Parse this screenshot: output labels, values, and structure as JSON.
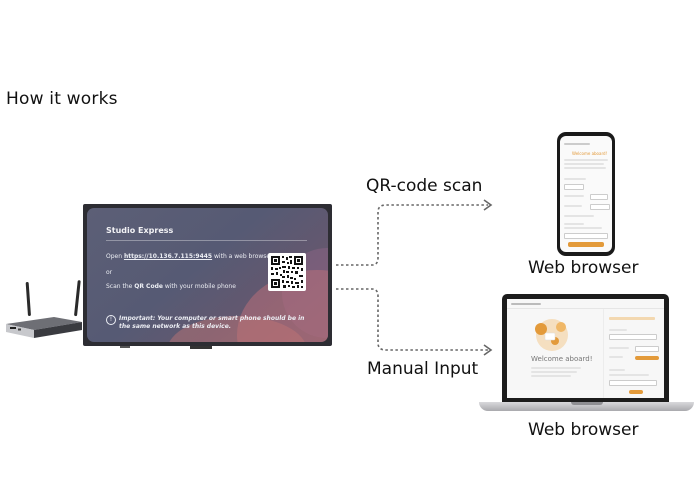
{
  "heading": "How it works",
  "labels": {
    "qr_scan": "QR-code scan",
    "manual_input": "Manual Input",
    "web_browser_phone": "Web browser",
    "web_browser_laptop": "Web browser"
  },
  "tv": {
    "title": "Studio Express",
    "open_prefix": "Open ",
    "url": "https://10.136.7.115:9445",
    "open_suffix": " with a web browser",
    "or": "or",
    "scan_prefix": "Scan the ",
    "scan_bold": "QR Code",
    "scan_suffix": " with your mobile phone",
    "note": "Important: Your computer or smart phone should be in the same network as this device.",
    "note_icon": "!"
  },
  "phone_ui": {
    "welcome": "Welcome aboard!"
  },
  "laptop_ui": {
    "welcome": "Welcome aboard!"
  },
  "colors": {
    "accent_orange": "#e39a3a",
    "screen_bg": "#5c5f76",
    "arrow": "#666666"
  },
  "icons": {
    "media_player": "media-player-device-icon",
    "qr": "qr-code-icon",
    "info": "info-icon"
  }
}
